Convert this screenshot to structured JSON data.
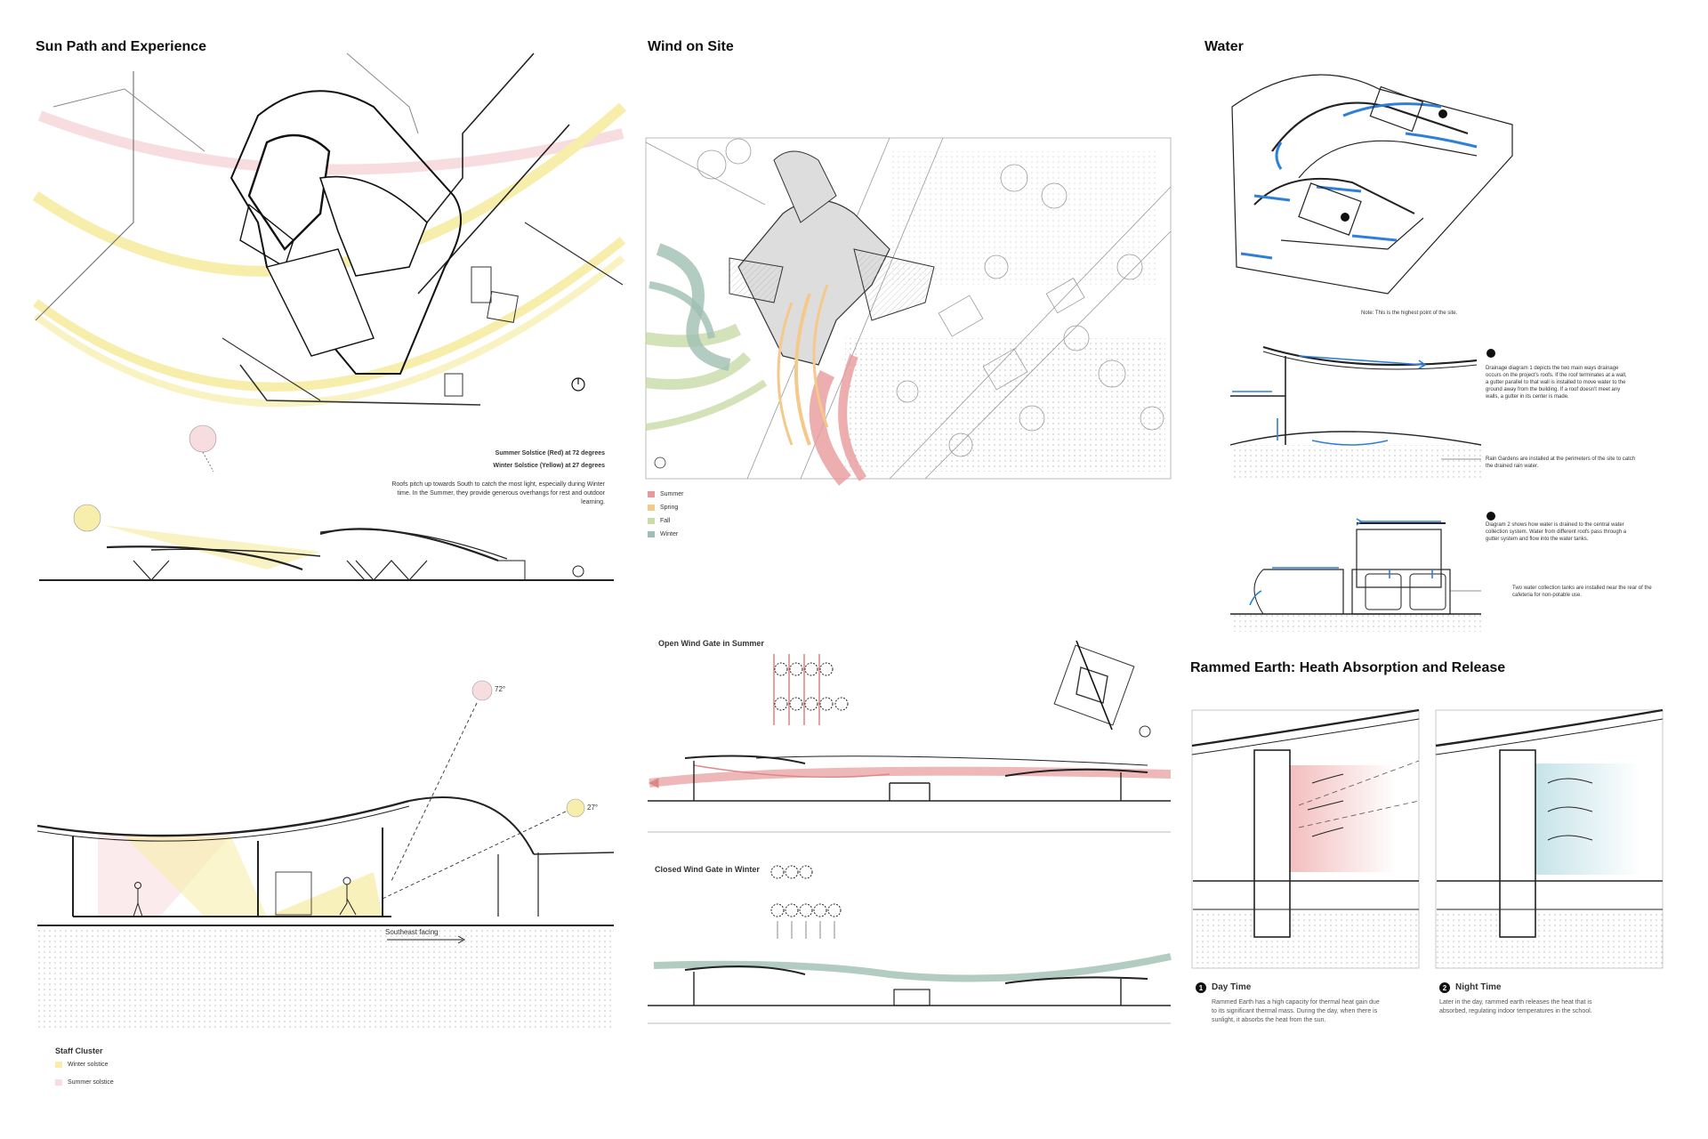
{
  "titles": {
    "sun": "Sun Path and Experience",
    "wind": "Wind on Site",
    "water": "Water",
    "rammed": "Rammed Earth: Heath Absorption and Release"
  },
  "sun": {
    "summer_line": "Summer Solstice (Red) at 72 degrees",
    "winter_line": "Winter Solstice (Yellow) at 27 degrees",
    "description": "Roofs pitch up towards South to catch the most light, especially during Winter time. In the Summer, they provide generous overhangs for rest and outdoor learning.",
    "angle_high": "72°",
    "angle_low": "27°",
    "facing": "Southeast facing",
    "legend_title": "Staff Cluster",
    "legend": [
      {
        "label": "Winter solstice",
        "color": "#f6eeaa"
      },
      {
        "label": "Summer solstice",
        "color": "#f8dde0"
      }
    ]
  },
  "wind": {
    "legend": [
      {
        "label": "Summer",
        "color": "#e79a9a"
      },
      {
        "label": "Spring",
        "color": "#f4c98a"
      },
      {
        "label": "Fall",
        "color": "#c9dba8"
      },
      {
        "label": "Winter",
        "color": "#9fbfb3"
      }
    ],
    "open_gate": "Open Wind Gate in Summer",
    "closed_gate": "Closed Wind Gate in Winter"
  },
  "water": {
    "note": "Note: This is the highest point of the site.",
    "diagram1": "Drainage diagram 1 depicts the two main ways drainage occurs on the project's roofs. If the roof terminates at a wall, a gutter parallel to that wall is installed to move water to the ground away from the building. If a roof doesn't meet any walls, a gutter in its center is made.",
    "rain_gardens": "Rain Gardens are installed at the perimeters of the site to catch the drained rain water.",
    "diagram2": "Diagram 2 shows how water is drained to the central water collection system. Water from different roofs pass through a gutter system and flow into the water tanks.",
    "tanks": "Two water collection tanks are installed near the rear of the cafeteria for non-potable use.",
    "n1": "1",
    "n2": "2"
  },
  "rammed": {
    "day_title": "Day Time",
    "day_text": "Rammed Earth has a high capacity for thermal heat gain due to its significant thermal mass. During the day, when there is sunlight, it absorbs the heat from the sun.",
    "night_title": "Night Time",
    "night_text": "Later in the day, rammed earth releases the heat that is absorbed, regulating indoor temperatures in the school.",
    "n1": "1",
    "n2": "2"
  }
}
